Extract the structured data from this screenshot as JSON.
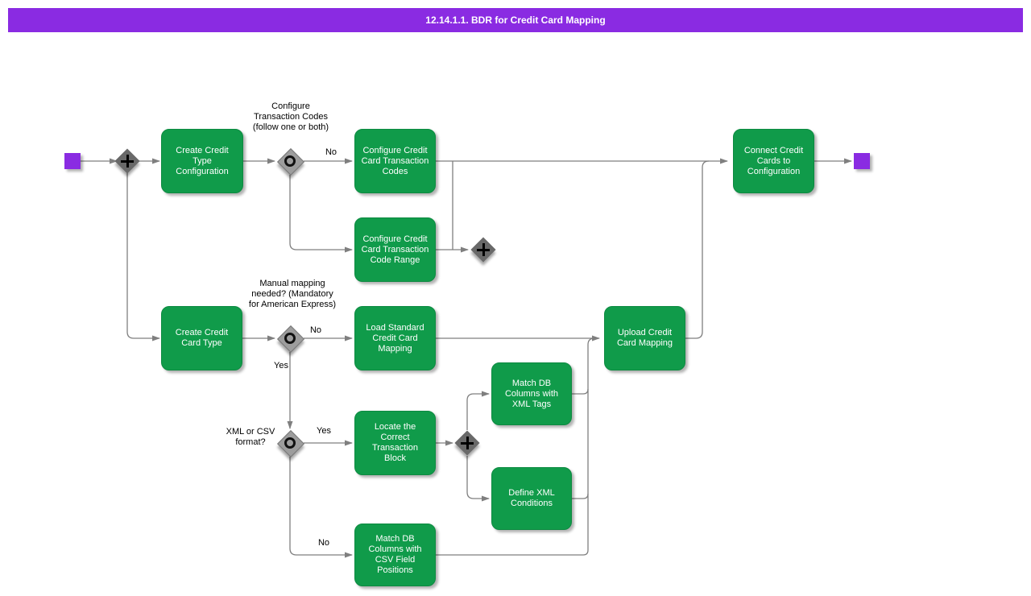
{
  "title": "12.14.1.1. BDR for Credit Card Mapping",
  "colors": {
    "accent_purple": "#8A2BE2",
    "activity_green": "#109B4A",
    "line_gray": "#7F7F7F",
    "decision_gray": "#9D9D9D",
    "fork_gray": "#696969",
    "text_on_activity": "#FFFFFF",
    "annotation_text": "#000000"
  },
  "activities": {
    "create_credit_type_configuration": "Create Credit Type Configuration",
    "configure_credit_card_transaction_codes": "Configure Credit Card Transaction Codes",
    "configure_credit_card_transaction_code_range": "Configure Credit Card Transaction Code Range",
    "connect_credit_cards_to_configuration": "Connect Credit Cards to Configuration",
    "create_credit_card_type": "Create Credit Card Type",
    "load_standard_credit_card_mapping": "Load Standard Credit Card Mapping",
    "locate_the_correct_transaction_block": "Locate the Correct Transaction Block",
    "match_db_columns_with_xml_tags": "Match DB Columns with XML Tags",
    "define_xml_conditions": "Define XML Conditions",
    "upload_credit_card_mapping": "Upload Credit Card Mapping",
    "match_db_columns_with_csv_field_positions": "Match DB Columns with CSV Field Positions"
  },
  "annotations": {
    "configure_transaction_codes_note": "Configure Transaction Codes (follow one or both)",
    "manual_mapping_note": "Manual mapping needed? (Mandatory for American Express)",
    "xml_or_csv_note": "XML or CSV format?",
    "branch_no_transaction_codes": "No",
    "branch_no_standard_mapping": "No",
    "branch_yes_manual_mapping": "Yes",
    "branch_yes_xml": "Yes",
    "branch_no_csv": "No"
  }
}
